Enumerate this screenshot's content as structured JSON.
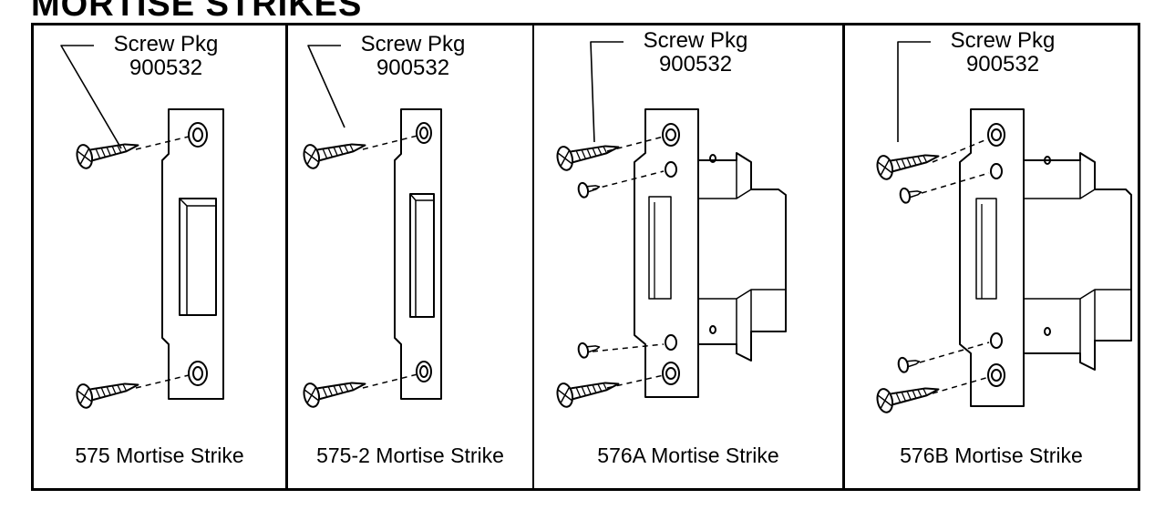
{
  "title": "MORTISE STRIKES",
  "panels": [
    {
      "callout": {
        "line1": "Screw Pkg",
        "line2": "900532"
      },
      "caption": "575 Mortise Strike"
    },
    {
      "callout": {
        "line1": "Screw Pkg",
        "line2": "900532"
      },
      "caption": "575-2 Mortise Strike"
    },
    {
      "callout": {
        "line1": "Screw Pkg",
        "line2": "900532"
      },
      "caption": "576A Mortise Strike"
    },
    {
      "callout": {
        "line1": "Screw Pkg",
        "line2": "900532"
      },
      "caption": "576B Mortise Strike"
    }
  ]
}
